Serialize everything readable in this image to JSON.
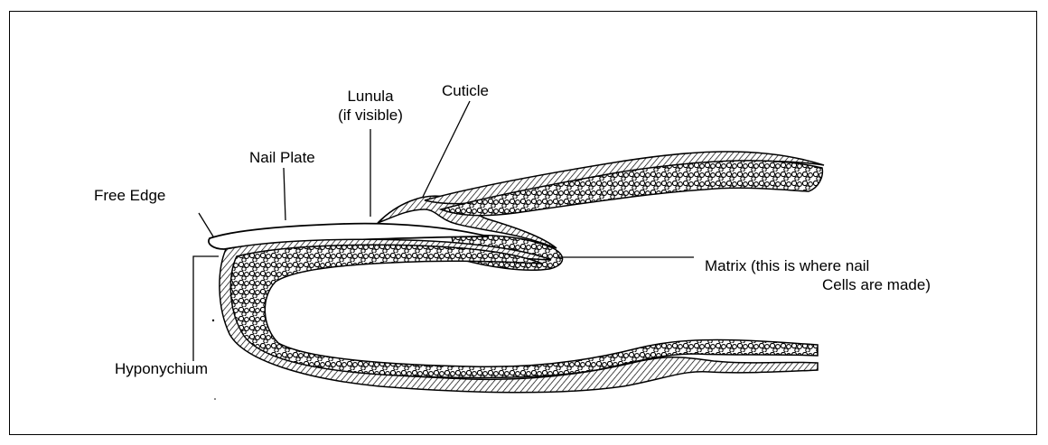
{
  "labels": {
    "lunula_line1": "Lunula",
    "lunula_line2": "(if visible)",
    "cuticle": "Cuticle",
    "nail_plate": "Nail Plate",
    "free_edge": "Free Edge",
    "matrix_line1": "Matrix  (this is where nail",
    "matrix_line2": "Cells are made)",
    "hyponychium": "Hyponychium"
  },
  "colors": {
    "ink": "#000000",
    "background": "#ffffff"
  }
}
